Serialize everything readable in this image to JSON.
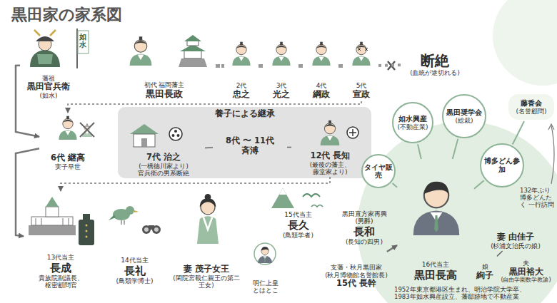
{
  "diagram": {
    "title": "黒田家の家系図",
    "nodes": [
      {
        "text": [
          "藩祖",
          "黒田官兵衛",
          "(如水)"
        ]
      },
      {
        "text": [
          "初代 福岡藩主",
          "黒田長政"
        ]
      },
      {
        "text": [
          "2代",
          "忠之"
        ]
      },
      {
        "text": [
          "3代",
          "光之"
        ]
      },
      {
        "text": [
          "4代",
          "綱政"
        ]
      },
      {
        "text": [
          "5代",
          "宣政"
        ]
      },
      {
        "text": [
          "断絶",
          "(血統が途切れる)"
        ]
      },
      {
        "text": [
          "6代 継高",
          "実子早世"
        ]
      },
      {
        "text": [
          "養子による継承"
        ]
      },
      {
        "text": [
          "7代 治之",
          "(一橋徳川家より) 官兵衛の男系断絶"
        ],
        "in": 8
      },
      {
        "text": [
          "8代 〜 11代 斉溥"
        ],
        "in": 8
      },
      {
        "text": [
          "12代 長知",
          "(最後の藩主、藤堂家より)"
        ],
        "in": 8
      },
      {
        "text": [
          "13代当主",
          "長成",
          "貴族院副議長、枢密顧問官"
        ]
      },
      {
        "text": [
          "14代当主",
          "長礼",
          "(鳥類学博士)"
        ]
      },
      {
        "text": [
          "妻 茂子女王",
          "(閑院宮載仁親王の第二王女)"
        ]
      },
      {
        "text": [
          "明仁上皇 とはとこ"
        ]
      },
      {
        "text": [
          "15代当主",
          "長久",
          "(鳥類学者)"
        ]
      },
      {
        "text": [
          "黒田直方家再興 (男爵)",
          "長和",
          "(長知の四男)"
        ]
      },
      {
        "text": [
          "支藩・秋月黒田家",
          "(秋月博物館名誉館長)",
          "15代 長幹"
        ]
      },
      {
        "text": [
          "如水興産",
          "(不動産業)"
        ]
      },
      {
        "text": [
          "黒田奨学会",
          "(総裁)"
        ]
      },
      {
        "text": [
          "藤香会",
          "(名誉顧問)"
        ]
      },
      {
        "text": [
          "タイヤ販売"
        ]
      },
      {
        "text": [
          "博多どん参加"
        ]
      },
      {
        "text": [
          "16代当主",
          "黒田長高"
        ]
      },
      {
        "text": [
          "妻 由佳子",
          "(杉浦文治氏の娘)"
        ]
      },
      {
        "text": [
          "娘",
          "絢子"
        ]
      },
      {
        "text": [
          "夫",
          "黒田裕大",
          "(自由学園数学教諭)"
        ]
      }
    ],
    "edges": [
      {
        "from": 1,
        "to": 2,
        "arrow": "none"
      },
      {
        "from": 2,
        "to": 3,
        "arrow": "none"
      },
      {
        "from": 3,
        "to": 4,
        "arrow": "none"
      },
      {
        "from": 4,
        "to": 5,
        "arrow": "none"
      },
      {
        "from": 5,
        "to": 6,
        "arrow": "none"
      },
      {
        "from": 5,
        "to": 7,
        "arrow": "to"
      },
      {
        "from": 0,
        "to": 7,
        "arrow": "to"
      },
      {
        "from": 7,
        "to": 12,
        "arrow": "to"
      },
      {
        "from": 9,
        "to": 10,
        "arrow": "none"
      },
      {
        "from": 10,
        "to": 11,
        "arrow": "none"
      },
      {
        "from": 11,
        "to": 12,
        "arrow": "to"
      },
      {
        "from": 18,
        "to": 24,
        "arrow": "to"
      },
      {
        "from": 19,
        "to": 24,
        "arrow": "none"
      },
      {
        "from": 20,
        "to": 24,
        "arrow": "none"
      },
      {
        "from": 22,
        "to": 24,
        "arrow": "none"
      },
      {
        "from": 23,
        "to": 24,
        "arrow": "none"
      },
      {
        "from": 21,
        "to": 23,
        "arrow": "none"
      },
      {
        "from": 25,
        "to": 26,
        "arrow": "none"
      }
    ],
    "labels": [
      "如水",
      "132年ぶり 博多どんたく 一行訪問",
      "1952年東京都港区生まれ、明治学院大学卒、1983年如水興産設立、藩邸跡地で不動産業"
    ]
  }
}
